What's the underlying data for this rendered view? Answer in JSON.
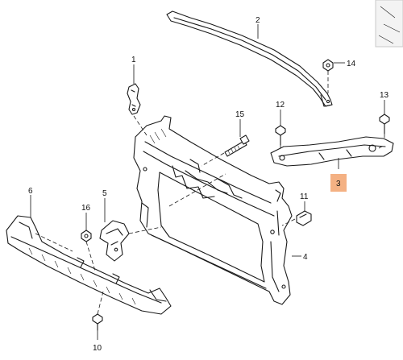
{
  "highlight_color": "#f4b183",
  "parts": {
    "p1": "1",
    "p2": "2",
    "p3": "3",
    "p4": "4",
    "p5": "5",
    "p6": "6",
    "p10": "10",
    "p11": "11",
    "p12": "12",
    "p13": "13",
    "p14": "14",
    "p15": "15",
    "p16": "16"
  }
}
